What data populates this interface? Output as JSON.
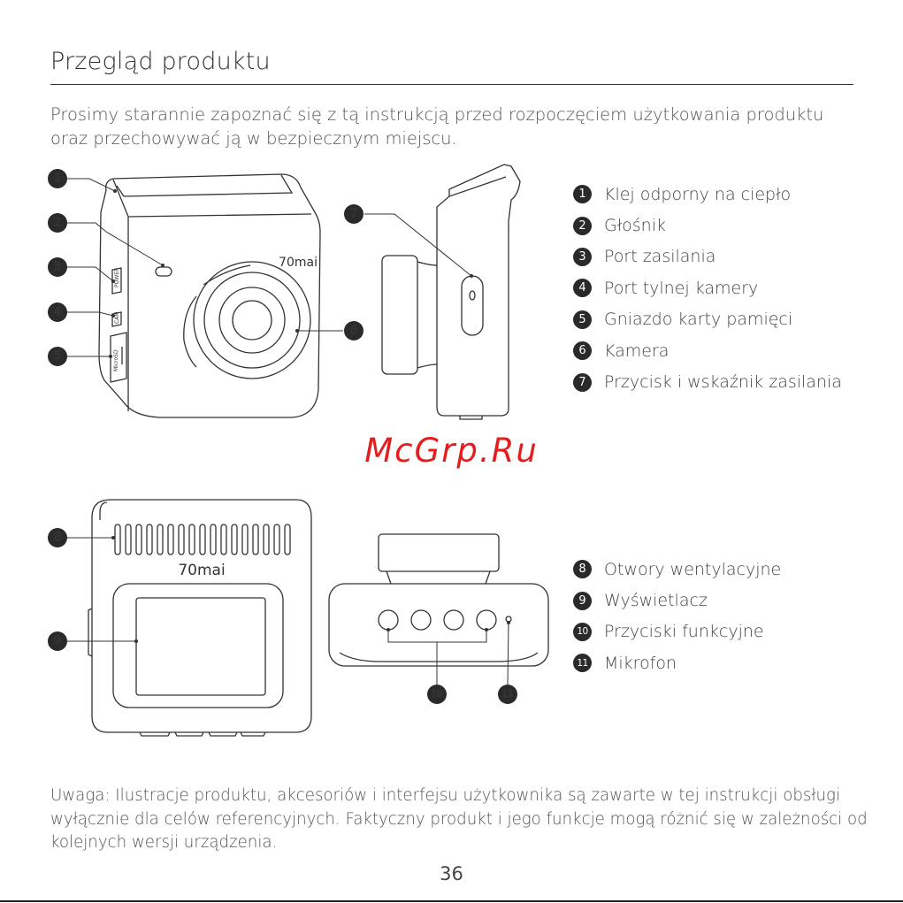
{
  "title": "Przegląd produktu",
  "intro": [
    "Prosimy starannie zapoznać się z tą instrukcją przed rozpoczęciem użytkowania produktu",
    "oraz przechowywać ją w bezpiecznym miejscu."
  ],
  "figure1": {
    "brand_label": "70mai",
    "port_labels": [
      "POWER",
      "CAM",
      "MicroSD"
    ],
    "legend": [
      {
        "num": "1",
        "text": "Klej odporny na ciepło"
      },
      {
        "num": "2",
        "text": "Głośnik"
      },
      {
        "num": "3",
        "text": "Port zasilania"
      },
      {
        "num": "4",
        "text": "Port tylnej kamery"
      },
      {
        "num": "5",
        "text": "Gniazdo karty pamięci"
      },
      {
        "num": "6",
        "text": "Kamera"
      },
      {
        "num": "7",
        "text": "Przycisk i wskaźnik zasilania"
      }
    ]
  },
  "figure2": {
    "brand_label": "70mai",
    "legend": [
      {
        "num": "8",
        "text": "Otwory wentylacyjne"
      },
      {
        "num": "9",
        "text": "Wyświetlacz"
      },
      {
        "num": "10",
        "text": "Przyciski funkcyjne"
      },
      {
        "num": "11",
        "text": "Mikrofon"
      }
    ]
  },
  "watermark": "McGrp.Ru",
  "note": [
    "Uwaga: Ilustracje produktu, akcesoriów i interfejsu użytkownika są zawarte w tej instrukcji obsługi",
    "wyłącznie dla celów referencyjnych. Faktyczny produkt i jego funkcje mogą różnić się w zależności od",
    "kolejnych wersji urządzenia."
  ],
  "page_number": "36",
  "colors": {
    "watermark": "#e41e1e",
    "badge": "#2a2a2a",
    "line": "#333333"
  }
}
